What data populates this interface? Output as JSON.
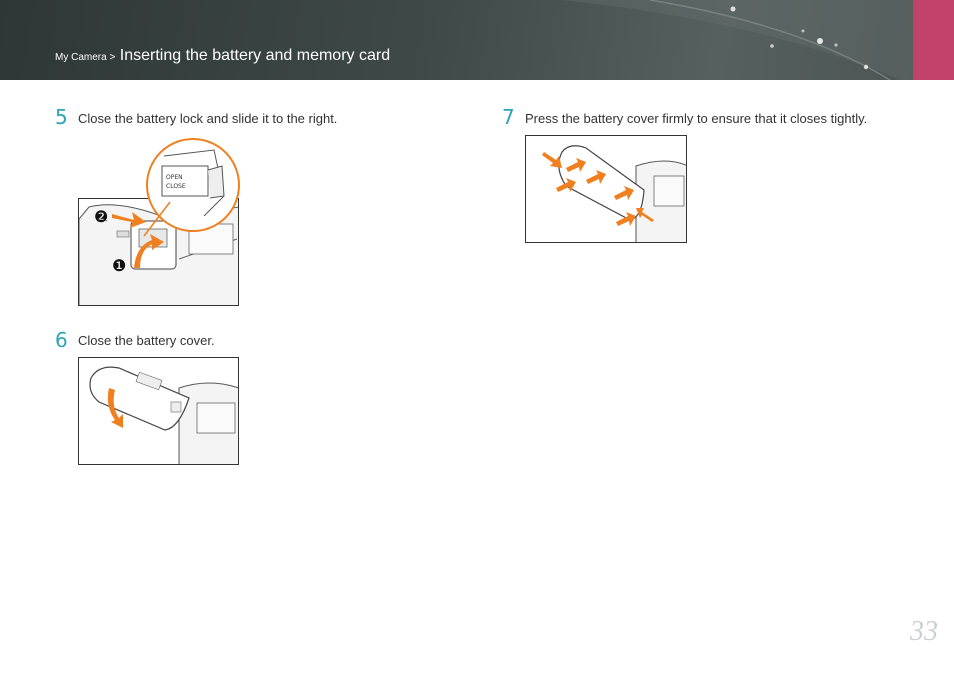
{
  "header": {
    "breadcrumb_parent": "My Camera >",
    "breadcrumb_current": "Inserting the battery and memory card",
    "accent_color": "#c1426b"
  },
  "steps": [
    {
      "number": "5",
      "text": "Close the battery lock and slide it to the right.",
      "callouts": [
        "❷",
        "❶"
      ],
      "lock_labels": [
        "OPEN",
        "CLOSE"
      ]
    },
    {
      "number": "6",
      "text": "Close the battery cover."
    },
    {
      "number": "7",
      "text": "Press the battery cover firmly to ensure that it closes tightly."
    }
  ],
  "page_number": "33",
  "colors": {
    "step_number": "#2fa3b8",
    "arrow": "#f07f1f"
  }
}
